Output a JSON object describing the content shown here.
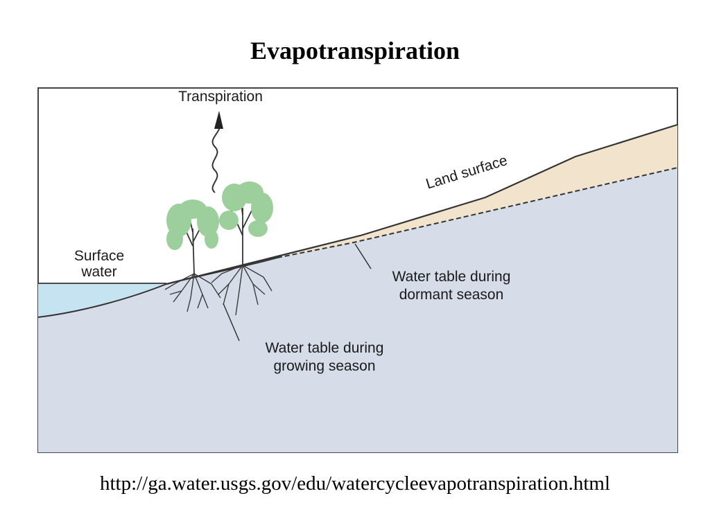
{
  "slide": {
    "title": "Evapotranspiration",
    "source_url": "http://ga.water.usgs.gov/edu/watercycleevapotranspiration.html"
  },
  "diagram": {
    "labels": {
      "transpiration": "Transpiration",
      "land_surface": "Land surface",
      "surface_water_line1": "Surface",
      "surface_water_line2": "water",
      "dormant_line1": "Water table during",
      "dormant_line2": "dormant season",
      "growing_line1": "Water table during",
      "growing_line2": "growing season"
    },
    "colors": {
      "groundwater": "#d6dce8",
      "unsaturated_soil": "#f2e4cc",
      "surface_water": "#c6e3f2",
      "foliage": "#9ccf9c",
      "outline": "#333333"
    }
  }
}
